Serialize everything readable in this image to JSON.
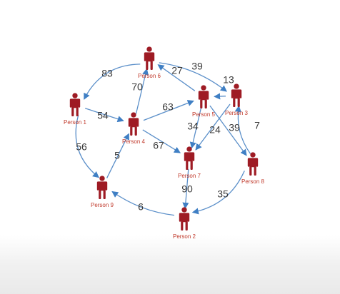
{
  "graph": {
    "node_color": "#9e1b24",
    "label_color": "#c0392b",
    "edge_color": "#5b8fc9",
    "icon": "person-icon",
    "nodes": [
      {
        "id": "p6",
        "label": "Person 6"
      },
      {
        "id": "p5",
        "label": "Person 5"
      },
      {
        "id": "p3",
        "label": "Person 3"
      },
      {
        "id": "p1",
        "label": "Person 1"
      },
      {
        "id": "p4",
        "label": "Person 4"
      },
      {
        "id": "p7",
        "label": "Person 7"
      },
      {
        "id": "p8",
        "label": "Person 8"
      },
      {
        "id": "p9",
        "label": "Person 9"
      },
      {
        "id": "p2",
        "label": "Person 2"
      }
    ],
    "edges": [
      {
        "from": "p6",
        "to": "p1",
        "weight": "83"
      },
      {
        "from": "p4",
        "to": "p6",
        "weight": "70"
      },
      {
        "from": "p5",
        "to": "p6",
        "weight": "27"
      },
      {
        "from": "p6",
        "to": "p3",
        "weight": "39"
      },
      {
        "from": "p3",
        "to": "p5",
        "weight": "13"
      },
      {
        "from": "p1",
        "to": "p4",
        "weight": "54"
      },
      {
        "from": "p4",
        "to": "p5",
        "weight": "63"
      },
      {
        "from": "p1",
        "to": "p9",
        "weight": "56"
      },
      {
        "from": "p9",
        "to": "p4",
        "weight": "5"
      },
      {
        "from": "p4",
        "to": "p7",
        "weight": "67"
      },
      {
        "from": "p5",
        "to": "p7",
        "weight": "34"
      },
      {
        "from": "p3",
        "to": "p7",
        "weight": "24"
      },
      {
        "from": "p5",
        "to": "p8",
        "weight": "39"
      },
      {
        "from": "p8",
        "to": "p3",
        "weight": "7"
      },
      {
        "from": "p7",
        "to": "p2",
        "weight": "90"
      },
      {
        "from": "p8",
        "to": "p2",
        "weight": "35"
      },
      {
        "from": "p2",
        "to": "p9",
        "weight": "6"
      }
    ]
  }
}
